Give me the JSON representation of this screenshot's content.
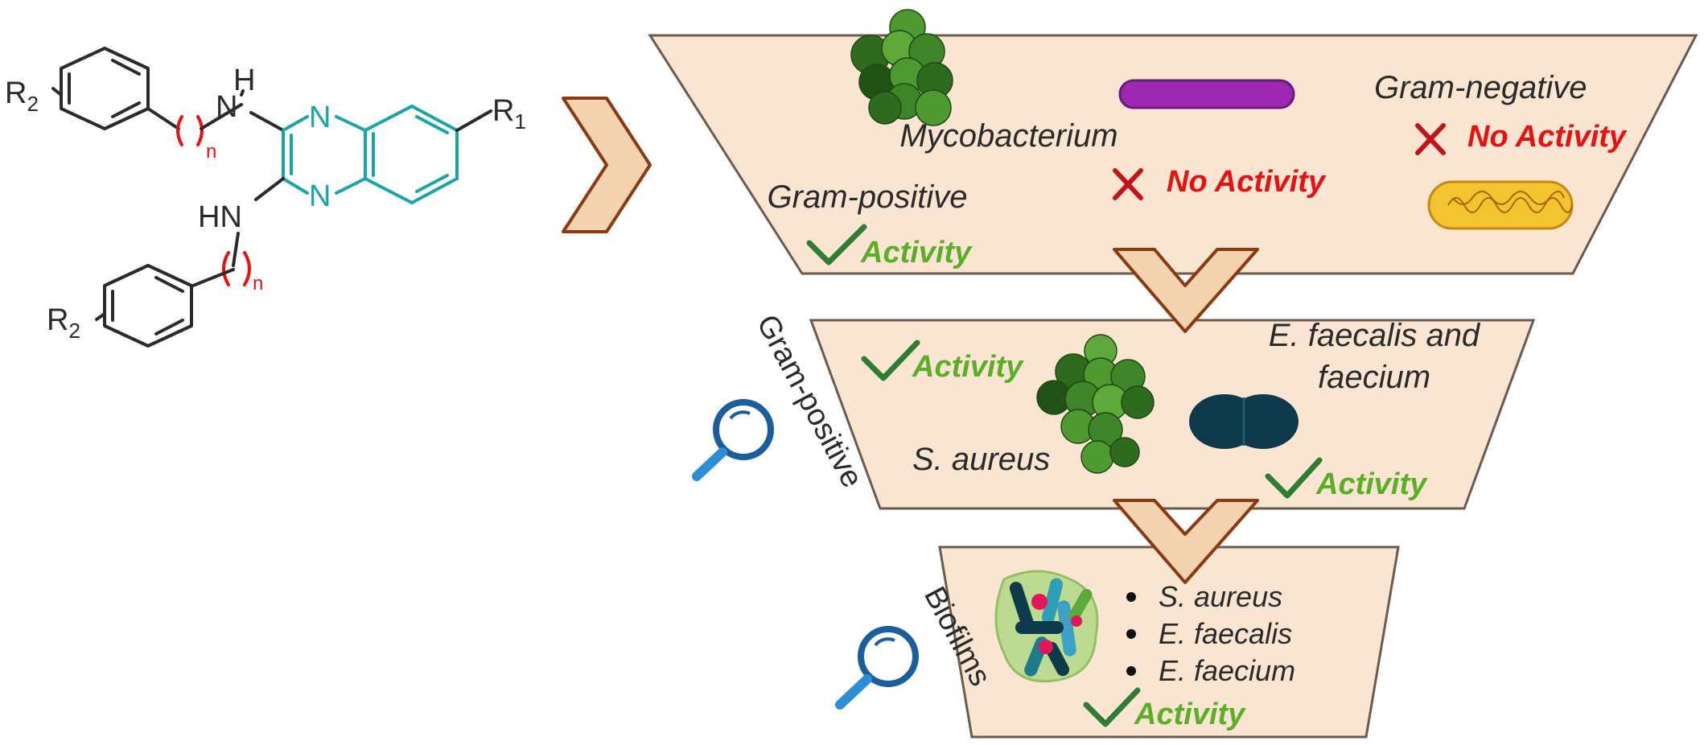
{
  "colors": {
    "panel_fill": "#FAE5D3",
    "panel_stroke": "#6B5A4E",
    "chevron_fill": "#F3D3B0",
    "chevron_stroke": "#8B3A10",
    "activity_green": "#5BAE27",
    "check_green": "#2E7D32",
    "no_activity_red": "#E81010",
    "cross_red": "#C0141A",
    "text_dark": "#2A2A2A",
    "quinoxaline_teal": "#19A5A8",
    "chain_red": "#E81010",
    "mycobacterium_purple": "#9C27B0",
    "enterococcus_dark": "#0E3B4C",
    "staph_green": "#4E9A30",
    "magnifier_blue": "#1B5E9E"
  },
  "structure": {
    "r1": "R",
    "r1_sub": "1",
    "r2_top": "R",
    "r2_top_sub": "2",
    "r2_bottom": "R",
    "r2_bottom_sub": "2",
    "nh_top_h": "H",
    "nh_top_n": "N",
    "hn_bottom": "HN",
    "ring_n_top": "N",
    "ring_n_bottom": "N",
    "n_sub_top": "n",
    "n_sub_bottom": "n"
  },
  "funnel_top": {
    "gram_positive": "Gram-positive",
    "gram_positive_result": "Activity",
    "mycobacterium": "Mycobacterium",
    "mycobacterium_result": "No Activity",
    "gram_negative": "Gram-negative",
    "gram_negative_result": "No Activity"
  },
  "funnel_middle": {
    "side_label": "Gram-positive",
    "activity_left": "Activity",
    "s_aureus": "S. aureus",
    "e_faecalis_line1": "E. faecalis and",
    "e_faecalis_line2": "faecium",
    "activity_right": "Activity"
  },
  "funnel_bottom": {
    "side_label": "Biofilms",
    "bullets": [
      "S. aureus",
      "E. faecalis",
      "E. faecium"
    ],
    "activity": "Activity"
  },
  "icons": [
    "magnifier-icon",
    "checkmark-icon",
    "cross-icon",
    "chevron-arrow-icon",
    "bacteria-cluster-icon",
    "rod-bacterium-icon",
    "diplococcus-icon",
    "biofilm-icon"
  ]
}
